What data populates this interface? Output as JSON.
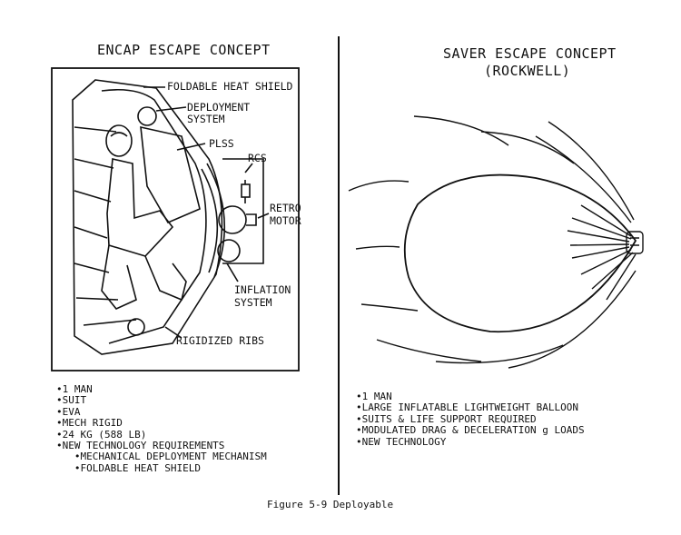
{
  "left_panel": {
    "title": "ENCAP ESCAPE CONCEPT",
    "labels": {
      "heat_shield": "FOLDABLE HEAT SHIELD",
      "deployment_line1": "DEPLOYMENT",
      "deployment_line2": "SYSTEM",
      "plss": "PLSS",
      "rcs": "RCS",
      "retro_line1": "RETRO",
      "retro_line2": "MOTOR",
      "inflation_line1": "INFLATION",
      "inflation_line2": "SYSTEM",
      "ribs": "RIGIDIZED RIBS"
    },
    "bullets": [
      "•1 MAN",
      "•SUIT",
      "•EVA",
      "•MECH RIGID",
      "•24 KG (588 LB)",
      "•NEW TECHNOLOGY REQUIREMENTS",
      "   •MECHANICAL DEPLOYMENT MECHANISM",
      "   •FOLDABLE HEAT SHIELD"
    ]
  },
  "right_panel": {
    "title_line1": "SAVER ESCAPE CONCEPT",
    "title_line2": "(ROCKWELL)",
    "bullets": [
      "•1 MAN",
      "•LARGE INFLATABLE LIGHTWEIGHT BALLOON",
      "•SUITS & LIFE SUPPORT REQUIRED",
      "•MODULATED DRAG & DECELERATION g LOADS",
      "•NEW TECHNOLOGY"
    ]
  },
  "caption": "Figure 5-9 Deployable"
}
